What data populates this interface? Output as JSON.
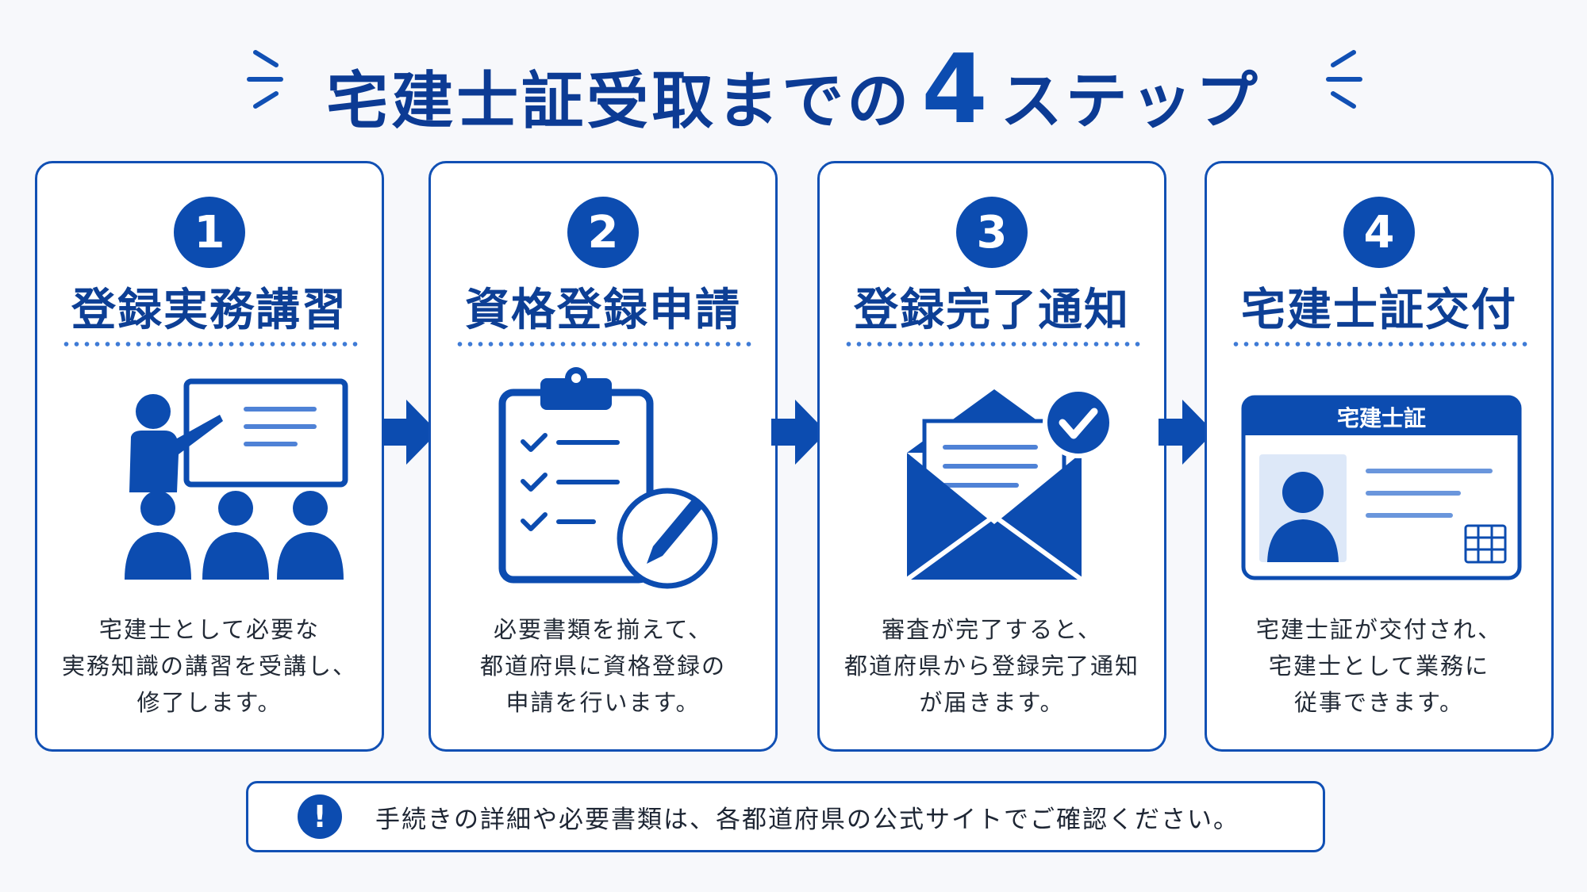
{
  "title": {
    "text": "宅建士証受取までの",
    "number": "4",
    "suffix": "ステップ"
  },
  "steps": [
    {
      "number": "1",
      "title": "登録実務講習",
      "desc": [
        "宅建士として必要な",
        "実務知識の講習を受講し、",
        "修了します。"
      ],
      "icon": "lecture-icon"
    },
    {
      "number": "2",
      "title": "資格登録申請",
      "desc": [
        "必要書類を揃えて、",
        "都道府県に資格登録の",
        "申請を行います。"
      ],
      "icon": "clipboard-pen-icon"
    },
    {
      "number": "3",
      "title": "登録完了通知",
      "desc": [
        "審査が完了すると、",
        "都道府県から登録完了通知",
        "が届きます。"
      ],
      "icon": "envelope-check-icon"
    },
    {
      "number": "4",
      "title": "宅建士証交付",
      "desc": [
        "宅建士証が交付され、",
        "宅建士として業務に",
        "従事できます。"
      ],
      "icon": "id-card-icon"
    }
  ],
  "card_label": "宅建士証",
  "note": {
    "icon": "exclamation-icon",
    "text": "手続きの詳細や必要書類は、各都道府県の公式サイトでご確認ください。"
  },
  "colors": {
    "primary": "#0c4cb0",
    "dark": "#0c3b94",
    "light": "#6a96dc",
    "background": "#f7f8fb"
  }
}
